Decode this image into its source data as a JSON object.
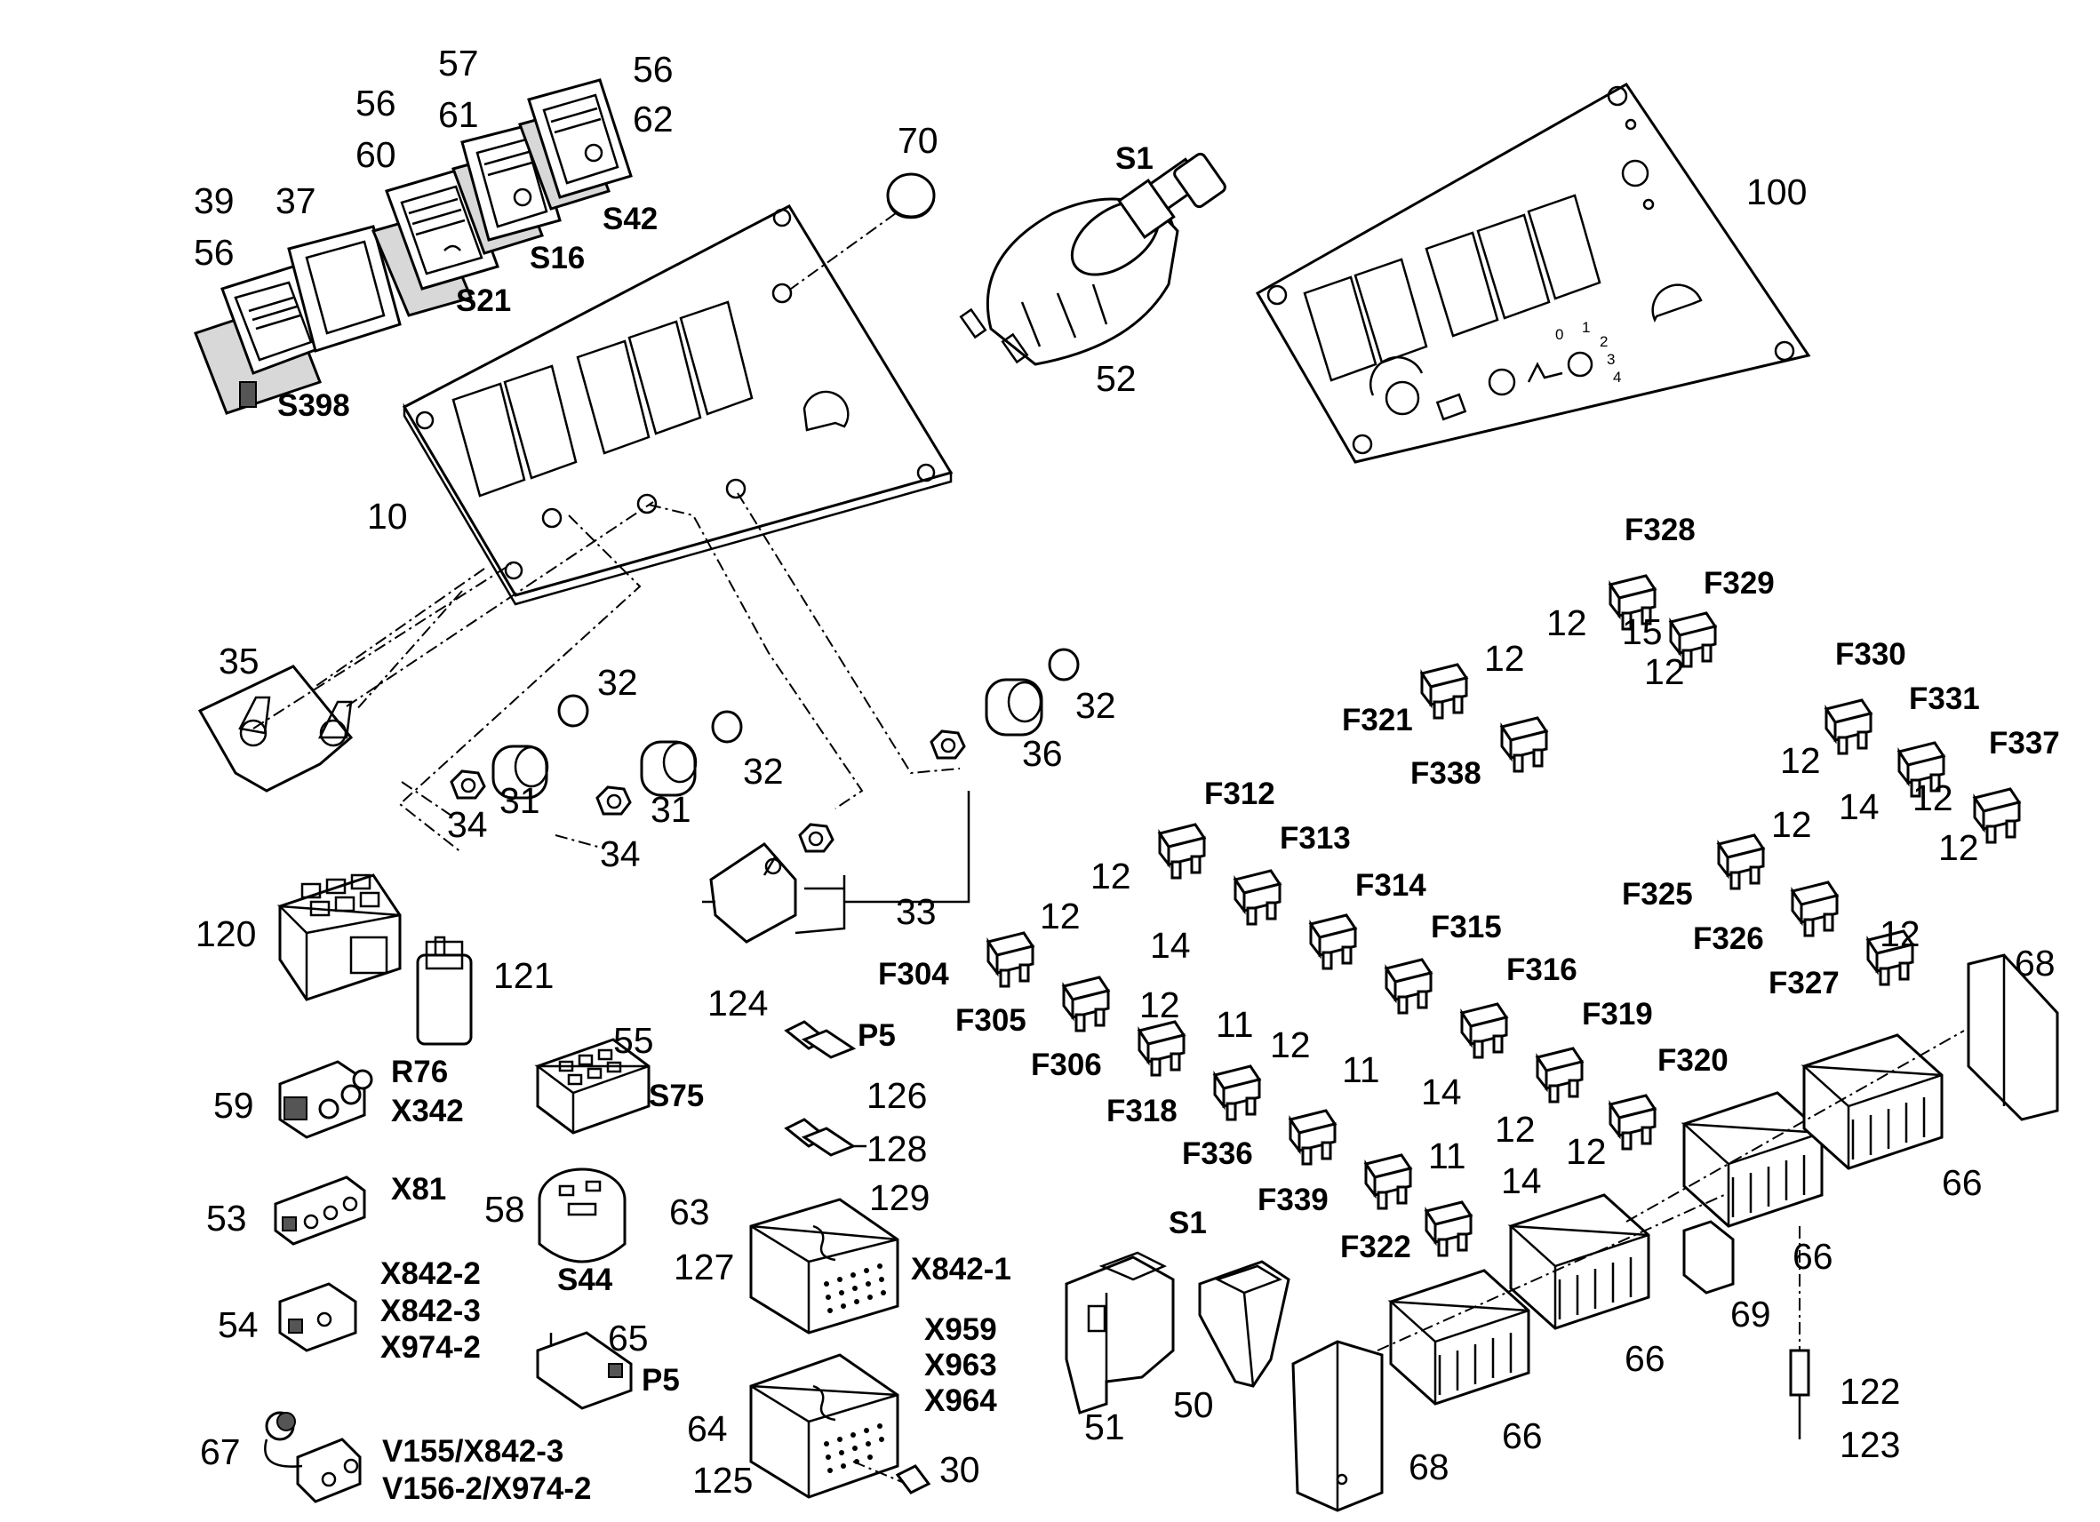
{
  "diagram": {
    "type": "exploded-parts-diagram",
    "plain_labels": [
      "39",
      "56",
      "37",
      "56",
      "60",
      "57",
      "61",
      "56",
      "62",
      "70",
      "100",
      "10",
      "35",
      "32",
      "31",
      "34",
      "32",
      "31",
      "34",
      "32",
      "36",
      "33",
      "120",
      "121",
      "124",
      "55",
      "126",
      "128",
      "59",
      "53",
      "58",
      "63",
      "129",
      "127",
      "54",
      "65",
      "64",
      "125",
      "67",
      "30",
      "51",
      "50",
      "68",
      "66",
      "66",
      "66",
      "66",
      "69",
      "68",
      "122",
      "123",
      "52",
      "12",
      "12",
      "12",
      "15",
      "12",
      "12",
      "14",
      "12",
      "12",
      "12",
      "12",
      "14",
      "12",
      "12",
      "11",
      "12",
      "11",
      "14",
      "11",
      "12",
      "12",
      "14"
    ],
    "bold_labels": [
      "S398",
      "S21",
      "S16",
      "S42",
      "S1",
      "P5",
      "R76",
      "X342",
      "S75",
      "X81",
      "S44",
      "X842-2",
      "X842-3",
      "X974-2",
      "X842-1",
      "P5",
      "X959",
      "X963",
      "X964",
      "V155/X842-3",
      "V156-2/X974-2",
      "S1",
      "F328",
      "F329",
      "F321",
      "F338",
      "F330",
      "F331",
      "F337",
      "F325",
      "F326",
      "F327",
      "F312",
      "F313",
      "F314",
      "F315",
      "F316",
      "F319",
      "F320",
      "F304",
      "F305",
      "F306",
      "F318",
      "F336",
      "F339",
      "F322"
    ],
    "panel_markings": [
      "0",
      "1",
      "2",
      "3",
      "4"
    ]
  }
}
